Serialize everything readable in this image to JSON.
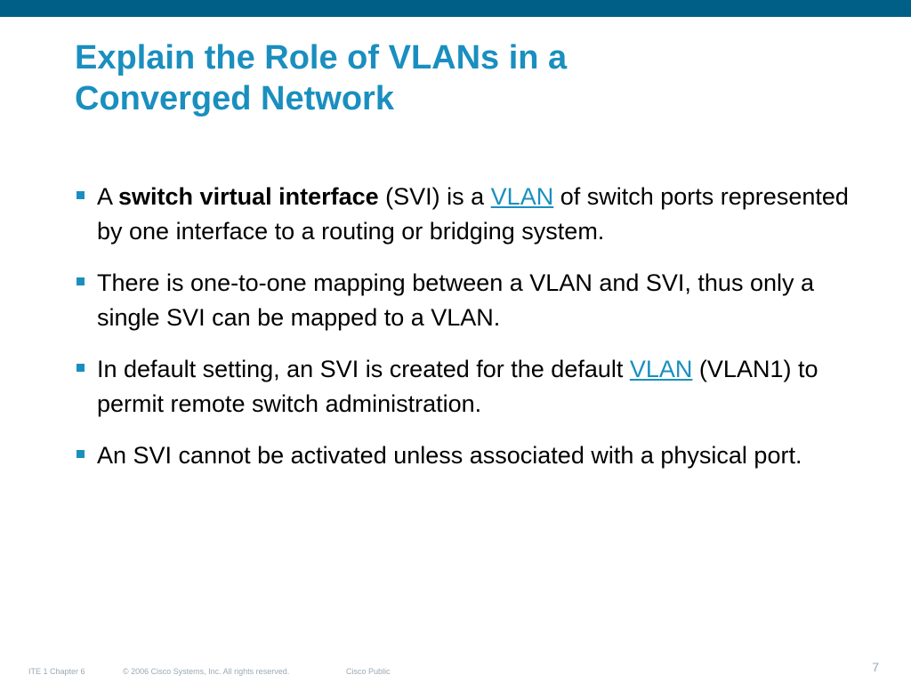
{
  "slide": {
    "title_line1": "Explain the Role of VLANs in a",
    "title_line2": "Converged Network"
  },
  "bullets": [
    {
      "parts": [
        {
          "t": "A "
        },
        {
          "t": "switch virtual interface",
          "style": "bold"
        },
        {
          "t": " (SVI) is a "
        },
        {
          "t": "VLAN",
          "style": "link"
        },
        {
          "t": " of switch ports represented by one interface to a routing or bridging system."
        }
      ]
    },
    {
      "parts": [
        {
          "t": "There is one-to-one mapping between a VLAN and SVI, thus only a single SVI can be mapped to a VLAN."
        }
      ]
    },
    {
      "parts": [
        {
          "t": "In default setting, an SVI is created for the default "
        },
        {
          "t": "VLAN",
          "style": "link"
        },
        {
          "t": " (VLAN1) to permit remote switch administration."
        }
      ]
    },
    {
      "parts": [
        {
          "t": "An SVI cannot be activated unless associated with a physical port."
        }
      ]
    }
  ],
  "footer": {
    "chapter": "ITE 1 Chapter 6",
    "copyright": "© 2006 Cisco Systems, Inc. All rights reserved.",
    "classification": "Cisco Public",
    "page_number": "7"
  },
  "colors": {
    "top_bar": "#005f87",
    "title": "#1a8fbf",
    "bullet": "#1a8fbf",
    "link": "#1a8fbf",
    "footer_text": "#9aa9b3"
  }
}
